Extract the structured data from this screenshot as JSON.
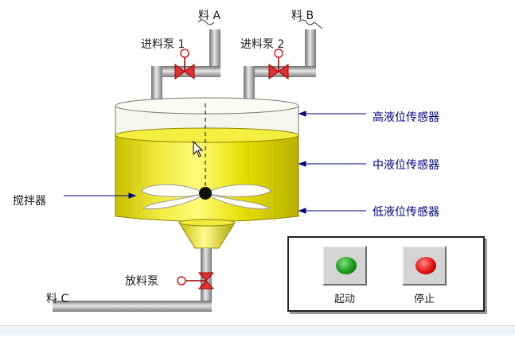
{
  "labels": {
    "material_a": "料 A",
    "material_b": "料 B",
    "material_c": "料 C",
    "pump1": "进料泵 1",
    "pump2": "进料泵 2",
    "discharge_pump": "放料泵",
    "agitator": "搅拌器",
    "sensor_high": "高液位传感器",
    "sensor_mid": "中液位传感器",
    "sensor_low": "低液位传感器"
  },
  "controls": {
    "start_label": "起动",
    "stop_label": "停止",
    "start_lamp_color": "#1a9a1a",
    "stop_lamp_color": "#e01010"
  },
  "colors": {
    "liquid": "#e8e000",
    "pipe": "#9a9a9a",
    "valve": "#e03030",
    "pointer_line": "#000080"
  }
}
